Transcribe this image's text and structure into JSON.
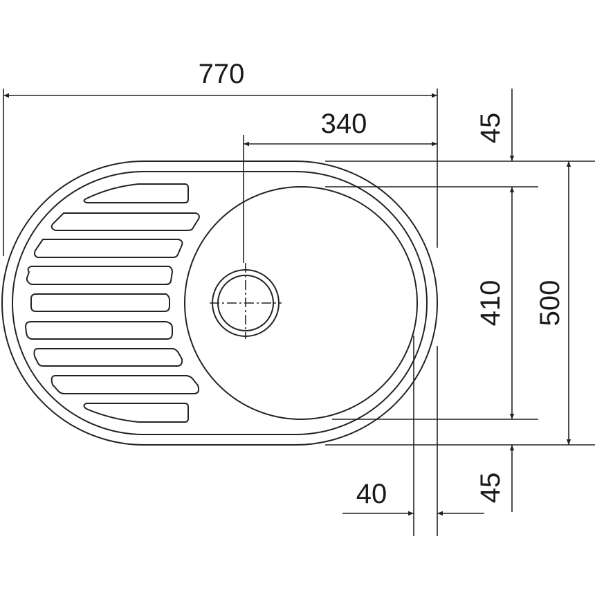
{
  "dimensions": {
    "overall_width": "770",
    "bowl_offset": "340",
    "top_margin": "45",
    "bowl_depth": "410",
    "overall_depth": "500",
    "bottom_margin": "45",
    "rim_offset": "40"
  },
  "colors": {
    "line": "#222222",
    "background": "#ffffff"
  }
}
